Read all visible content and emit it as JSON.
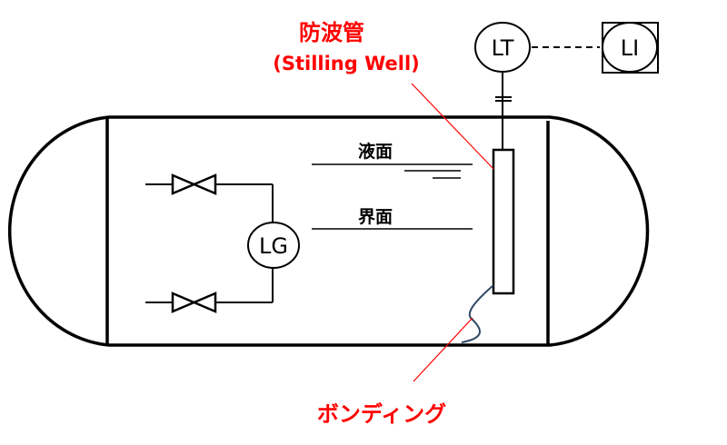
{
  "labels": {
    "stilling_well_jp": "防波管",
    "stilling_well_en": "(Stilling Well)",
    "bonding": "ボンディング",
    "liquid_level": "液面",
    "interface_level": "界面",
    "level_gauge": "LG",
    "level_transmitter": "LT",
    "level_indicator": "LI"
  },
  "colors": {
    "annotation": "#ff0000",
    "bonding_wire": "#2f4a66",
    "line": "#000000"
  }
}
